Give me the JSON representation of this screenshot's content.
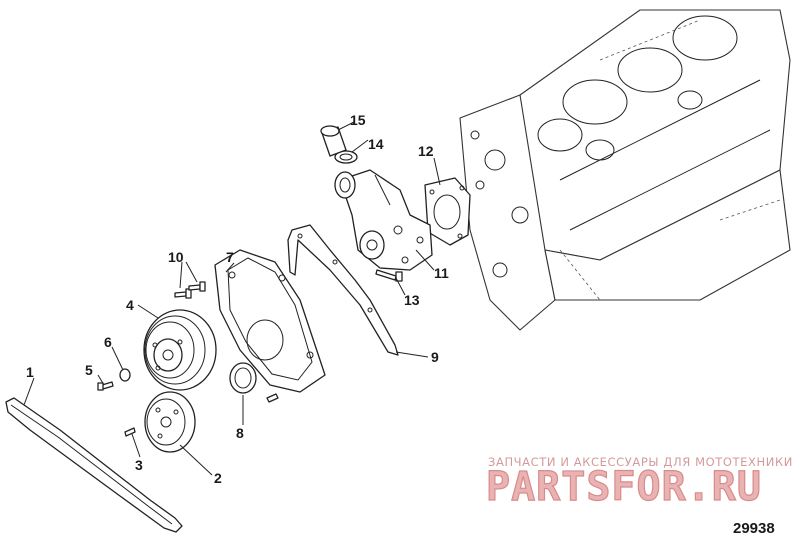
{
  "figure_number": "29938",
  "callouts": [
    "1",
    "2",
    "3",
    "4",
    "5",
    "6",
    "7",
    "8",
    "9",
    "10",
    "11",
    "12",
    "13",
    "14",
    "15"
  ],
  "watermark": {
    "line1": "ЗАПЧАСТИ И АКСЕССУАРЫ ДЛЯ МОТОТЕХНИКИ",
    "logo": "PARTSFOR.RU"
  },
  "colors": {
    "line": "#222222",
    "watermark_fill": "#e9b3b3",
    "watermark_stroke": "#d98b8b",
    "watermark_text": "#d49a9a"
  }
}
